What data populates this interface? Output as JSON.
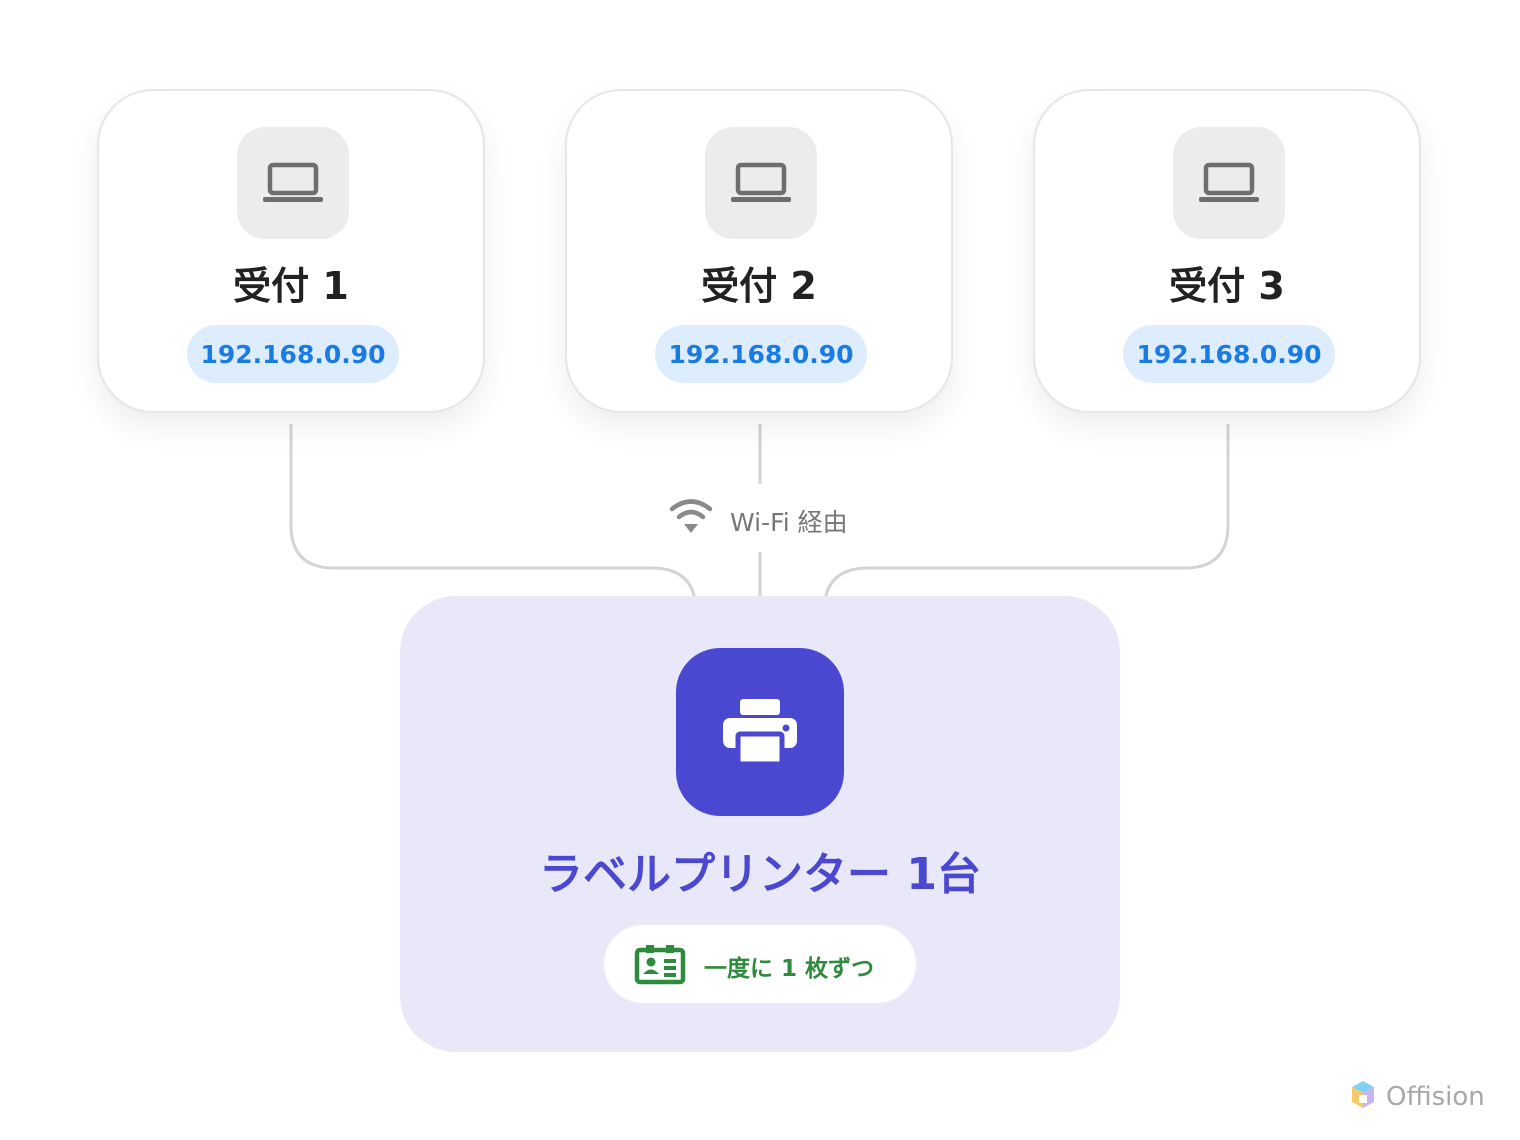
{
  "devices": [
    {
      "label": "受付 1",
      "ip": "192.168.0.90",
      "icon": "laptop-icon"
    },
    {
      "label": "受付 2",
      "ip": "192.168.0.90",
      "icon": "laptop-icon"
    },
    {
      "label": "受付 3",
      "ip": "192.168.0.90",
      "icon": "laptop-icon"
    }
  ],
  "connection": {
    "label": "Wi-Fi 経由",
    "icon": "wifi-icon"
  },
  "printer": {
    "title": "ラベルプリンター 1台",
    "icon": "printer-icon",
    "note": "一度に 1 枚ずつ",
    "note_icon": "id-card-icon"
  },
  "brand": {
    "name": "Offision"
  },
  "colors": {
    "accent": "#4a47d1",
    "panel": "#e8e8f8",
    "ip_text": "#1a7ce2",
    "ip_bg": "#deedfd",
    "note_text": "#2e8a3c",
    "connector": "#d4d4d4",
    "arrow": "#8a8a94"
  }
}
